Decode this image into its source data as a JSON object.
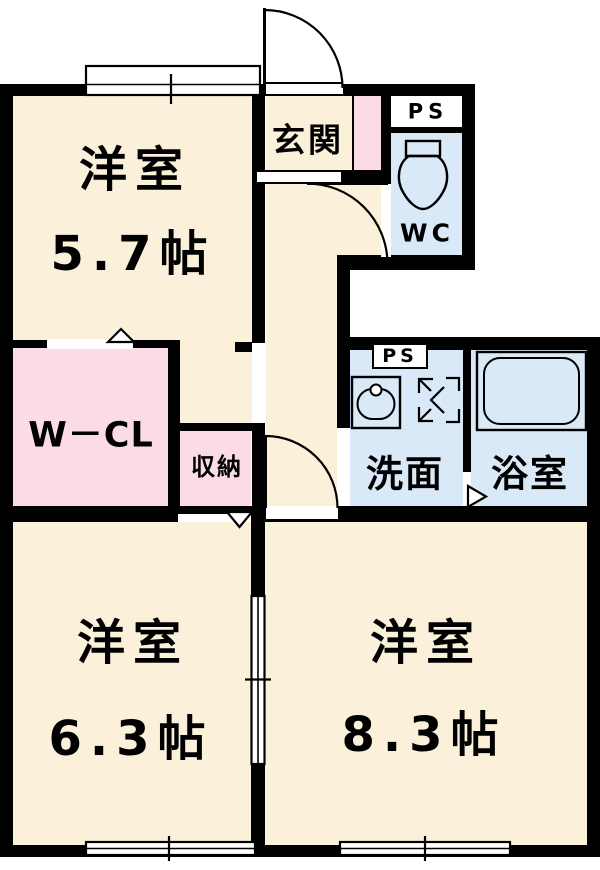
{
  "colors": {
    "room": "#FBF1DA",
    "closet": "#FBDCE6",
    "water": "#D9E9F7",
    "wall": "#000000",
    "background": "#FFFFFF"
  },
  "rooms": {
    "bedroom_top": {
      "label": "洋室",
      "size": "5.7帖"
    },
    "bedroom_bottom_left": {
      "label": "洋室",
      "size": "6.3帖"
    },
    "bedroom_bottom_right": {
      "label": "洋室",
      "size": "8.3帖"
    },
    "entrance": {
      "label": "玄関"
    },
    "toilet": {
      "label": "WC"
    },
    "pipe_space_top": {
      "label": "PS"
    },
    "pipe_space_middle": {
      "label": "PS"
    },
    "walk_in_closet": {
      "label": "W－CL"
    },
    "storage": {
      "label": "収納"
    },
    "washroom": {
      "label": "洗面"
    },
    "bathroom": {
      "label": "浴室"
    }
  },
  "icons": {
    "toilet": "toilet-icon",
    "bathtub": "bathtub-icon",
    "sink": "sink-icon",
    "washer_space": "washer-space-icon",
    "swing_door": "swing-door-arc",
    "sliding_window": "sliding-window",
    "opening_marker": "opening-chevron"
  }
}
